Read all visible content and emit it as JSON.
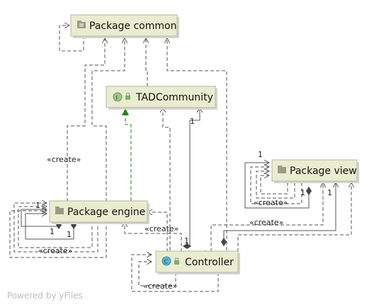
{
  "nodes": {
    "package_common": "Package common",
    "tad_community": "TADCommunity",
    "package_view": "Package view",
    "package_engine": "Package engine",
    "controller": "Controller"
  },
  "node_icons": {
    "package_common": "package-icon",
    "tad_community": "interface-icon",
    "package_view": "package-icon",
    "package_engine": "package-icon",
    "controller": "class-icon"
  },
  "edge_labels": {
    "create": "«create»"
  },
  "multiplicities": {
    "one": "1"
  },
  "watermark": "Powered by yFiles",
  "colors": {
    "node_fill": "#eaeccf",
    "realization_edge": "#1a8a1a",
    "interface_badge": "#9cc78a",
    "class_badge": "#5bb8d6"
  }
}
